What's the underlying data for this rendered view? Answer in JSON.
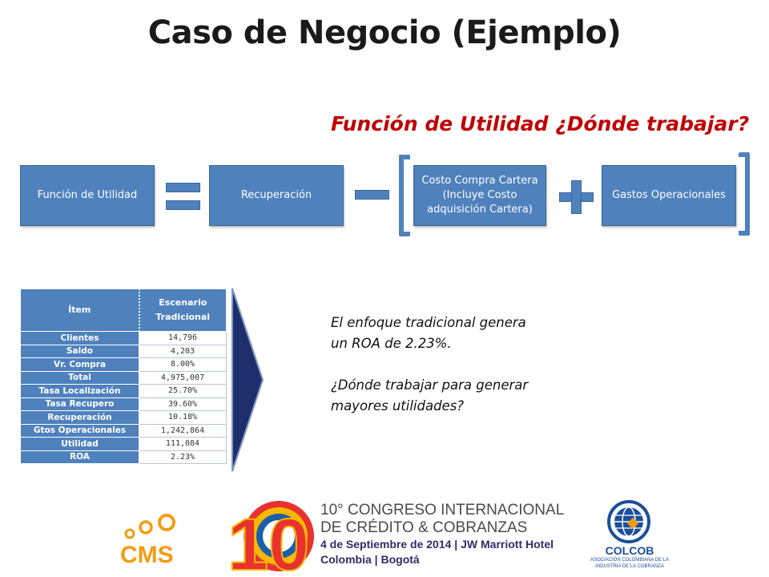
{
  "title": "Caso de Negocio (Ejemplo)",
  "subtitle": "Función de Utilidad ¿Dónde trabajar?",
  "equation": {
    "box1": "Función de Utilidad",
    "box2": "Recuperación",
    "box3": "Costo Compra Cartera (Incluye Costo adquisición Cartera)",
    "box4": "Gastos Operacionales"
  },
  "table": {
    "headers": [
      "Ítem",
      "Escenario Tradicional"
    ],
    "rows": [
      {
        "label": "Clientes",
        "value": "14,796"
      },
      {
        "label": "Saldo",
        "value": "4,203"
      },
      {
        "label": "Vr. Compra",
        "value": "8.00%"
      },
      {
        "label": "Total",
        "value": "4,975,007"
      },
      {
        "label": "Tasa Localización",
        "value": "25.70%"
      },
      {
        "label": "Tasa Recupero",
        "value": "39.60%"
      },
      {
        "label": "Recuperación",
        "value": "10.18%"
      },
      {
        "label": "Gtos Operacionales",
        "value": "1,242,864"
      },
      {
        "label": "Utilidad",
        "value": "111,084"
      },
      {
        "label": "ROA",
        "value": "2.23%"
      }
    ]
  },
  "body": {
    "para1": "El enfoque tradicional genera un ROA de 2.23%.",
    "para2": "¿Dónde trabajar para generar mayores utilidades?"
  },
  "footer": {
    "cms_logo": "CMS",
    "congress_number": "10",
    "congress_line1": "10° CONGRESO INTERNACIONAL",
    "congress_line2": "DE CRÉDITO & COBRANZAS",
    "congress_line3": "4 de Septiembre de 2014 | JW Marriott Hotel",
    "congress_line4": "Colombia | Bogotá",
    "colcob_name": "COLCOB",
    "colcob_sub1": "ASOCIACIÓN COLOMBIANA DE LA",
    "colcob_sub2": "INDUSTRIA DE LA COBRANZA"
  },
  "colors": {
    "box_blue": "#4f81bd",
    "title_red": "#c00000",
    "arrow_navy": "#1f2f6b",
    "cms_orange": "#f39c12"
  }
}
